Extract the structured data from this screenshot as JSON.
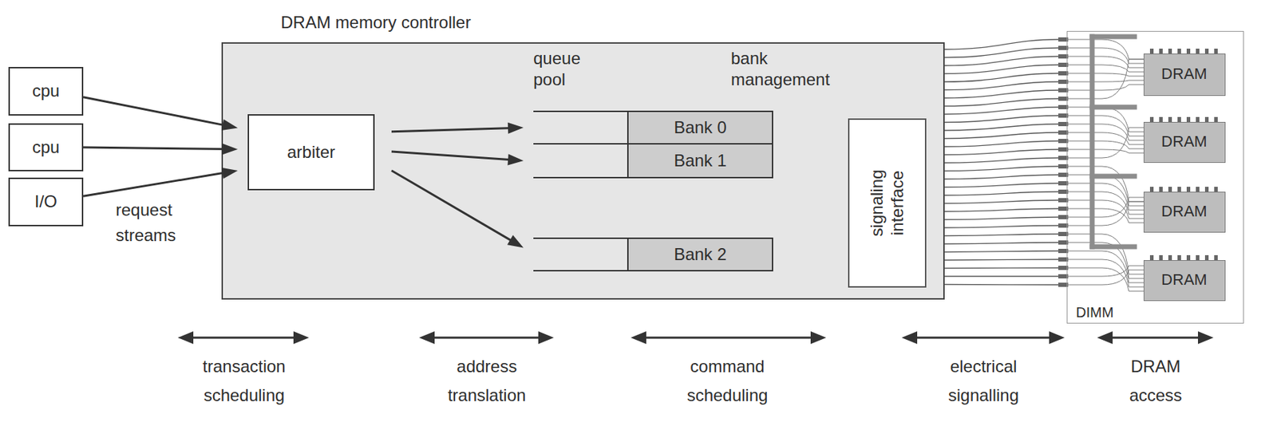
{
  "diagram": {
    "nodes": [
      {
        "text": [
          "DRAM memory controller"
        ]
      },
      {
        "text": [
          "cpu"
        ]
      },
      {
        "text": [
          "cpu"
        ]
      },
      {
        "text": [
          "I/O"
        ]
      },
      {
        "text": [
          "arbiter"
        ],
        "in": 0
      },
      {
        "text": [
          "Bank 0"
        ],
        "in": 0
      },
      {
        "text": [
          "Bank 1"
        ],
        "in": 0
      },
      {
        "text": [
          "Bank 2"
        ],
        "in": 0
      },
      {
        "text": [
          "signaling interface"
        ],
        "in": 0
      },
      {
        "text": [
          "DIMM"
        ]
      },
      {
        "text": [
          "DRAM"
        ],
        "in": 9
      },
      {
        "text": [
          "DRAM"
        ],
        "in": 9
      },
      {
        "text": [
          "DRAM"
        ],
        "in": 9
      },
      {
        "text": [
          "DRAM"
        ],
        "in": 9
      }
    ],
    "edges": [
      {
        "from": 1,
        "to": 4,
        "arrow": "to"
      },
      {
        "from": 2,
        "to": 4,
        "arrow": "to"
      },
      {
        "from": 3,
        "to": 4,
        "arrow": "to"
      },
      {
        "from": 4,
        "to": 5,
        "arrow": "to"
      },
      {
        "from": 4,
        "to": 6,
        "arrow": "to"
      },
      {
        "from": 4,
        "to": 7,
        "arrow": "to"
      }
    ],
    "labels": [
      "request streams",
      "queue pool",
      "bank management",
      "transaction scheduling",
      "address translation",
      "command scheduling",
      "electrical signalling",
      "DRAM access"
    ]
  }
}
